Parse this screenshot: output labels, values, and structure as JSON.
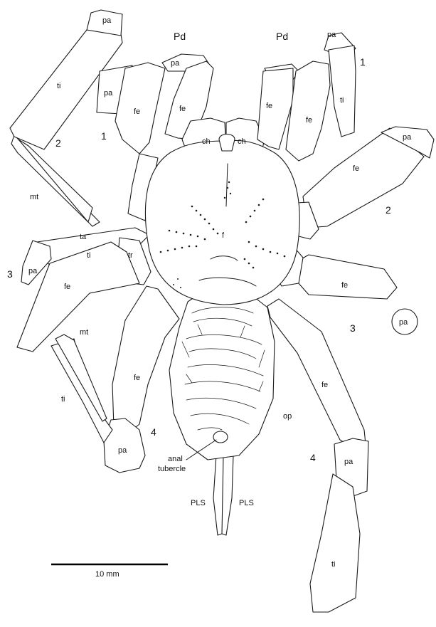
{
  "labels": {
    "pedipalp": "Pd",
    "patella": "pa",
    "femur": "fe",
    "tibia": "ti",
    "metatarsus": "mt",
    "tarsus": "ta",
    "trochanter": "tr",
    "chelicera": "ch",
    "fovea": "f",
    "operculum": "op",
    "spinneret": "PLS",
    "anal_tubercle_line1": "anal",
    "anal_tubercle_line2": "tubercle",
    "leg1": "1",
    "leg2": "2",
    "leg3": "3",
    "leg4": "4"
  },
  "scale_bar": {
    "label": "10 mm"
  },
  "colors": {
    "ink": "#1a1a1a",
    "paper": "#ffffff"
  }
}
